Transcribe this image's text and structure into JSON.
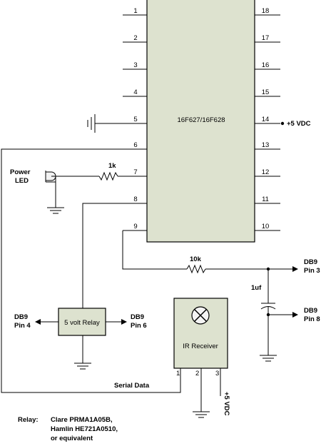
{
  "chip": {
    "label": "16F627/16F628",
    "left_pins": [
      "1",
      "2",
      "3",
      "4",
      "5",
      "6",
      "7",
      "8",
      "9"
    ],
    "right_pins": [
      "18",
      "17",
      "16",
      "15",
      "14",
      "13",
      "12",
      "11",
      "10"
    ]
  },
  "labels": {
    "vdc_right": "+5 VDC",
    "power_led_line1": "Power",
    "power_led_line2": "LED",
    "resistor_1k": "1k",
    "resistor_10k": "10k",
    "capacitor": "1uf",
    "db9_pin3_line1": "DB9",
    "db9_pin3_line2": "Pin 3",
    "db9_pin8_line1": "DB9",
    "db9_pin8_line2": "Pin 8",
    "relay_box": "5 volt Relay",
    "db9_pin4_line1": "DB9",
    "db9_pin4_line2": "Pin 4",
    "db9_pin6_line1": "DB9",
    "db9_pin6_line2": "Pin 6",
    "ir_receiver": "IR Receiver",
    "ir_pin1": "1",
    "ir_pin2": "2",
    "ir_pin3": "3",
    "vdc_bottom": "+5 VDC",
    "serial_data": "Serial Data"
  },
  "notes": {
    "relay_title": "Relay:",
    "relay_line1": "Clare PRMA1A05B,",
    "relay_line2": "Hamlin HE721A0510,",
    "relay_line3": "or equivalent"
  }
}
